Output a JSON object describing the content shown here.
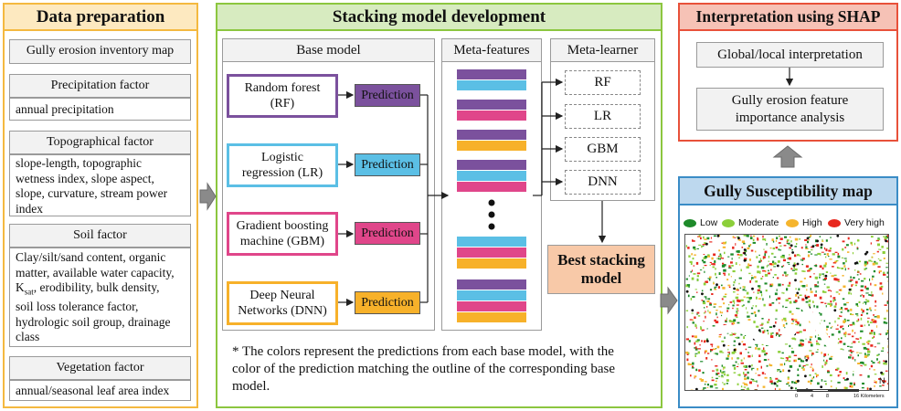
{
  "data_prep": {
    "title": "Data preparation",
    "inventory": "Gully erosion inventory map",
    "precip_title": "Precipitation factor",
    "precip_body": "annual precipitation",
    "topo_title": "Topographical factor",
    "topo_body": [
      "slope-length, topographic",
      "wetness index, slope aspect,",
      "slope, curvature, stream power",
      "index"
    ],
    "soil_title": "Soil factor",
    "soil_body_1": [
      "Clay/silt/sand content, organic",
      "matter, available water capacity,"
    ],
    "soil_k": "K",
    "soil_k_sub": "sat",
    "soil_k_rest": ", erodibility, bulk density,",
    "soil_body_2": [
      "soil loss tolerance factor,",
      "hydrologic soil group, drainage",
      "class"
    ],
    "veg_title": "Vegetation factor",
    "veg_body": "annual/seasonal leaf area index"
  },
  "stacking": {
    "title": "Stacking model development",
    "base_title": "Base model",
    "meta_features_title": "Meta-features",
    "meta_learner_title": "Meta-learner",
    "models": [
      {
        "line1": "Random forest",
        "line2": "(RF)",
        "color": "#7b519d"
      },
      {
        "line1": "Logistic",
        "line2": "regression (LR)",
        "color": "#5bbfe5"
      },
      {
        "line1": "Gradient boosting",
        "line2": "machine (GBM)",
        "color": "#e0468a"
      },
      {
        "line1": "Deep Neural",
        "line2": "Networks (DNN)",
        "color": "#f7b12a"
      }
    ],
    "prediction_label": "Prediction",
    "learners": [
      "RF",
      "LR",
      "GBM",
      "DNN"
    ],
    "best_line1": "Best stacking",
    "best_line2": "model",
    "note": [
      "* The colors represent the predictions from each base model, with the",
      "color of the prediction matching the outline of the corresponding base",
      "model."
    ]
  },
  "shap": {
    "title": "Interpretation using SHAP",
    "global_local": "Global/local interpretation",
    "importance_line1": "Gully erosion feature",
    "importance_line2": "importance analysis"
  },
  "susceptibility": {
    "title": "Gully Susceptibility map",
    "legend": [
      {
        "label": "Low",
        "color": "#1e8a2a"
      },
      {
        "label": "Moderate",
        "color": "#8ccf3a"
      },
      {
        "label": "High",
        "color": "#f5b52e"
      },
      {
        "label": "Very high",
        "color": "#e8281e"
      }
    ],
    "scale_ticks": [
      "0",
      "4",
      "8",
      "16 Kilometers"
    ],
    "north": "N"
  },
  "colors": {
    "orange_accent": "#f4b940",
    "orange_fill": "#fde9c0",
    "green_accent": "#8cc63f",
    "green_fill": "#d7ebc0",
    "red_accent": "#e8513a",
    "red_fill": "#f6c2b6",
    "blue_accent": "#3a8cc6",
    "blue_fill": "#bdd8ee",
    "best_fill": "#f8c9a8"
  }
}
